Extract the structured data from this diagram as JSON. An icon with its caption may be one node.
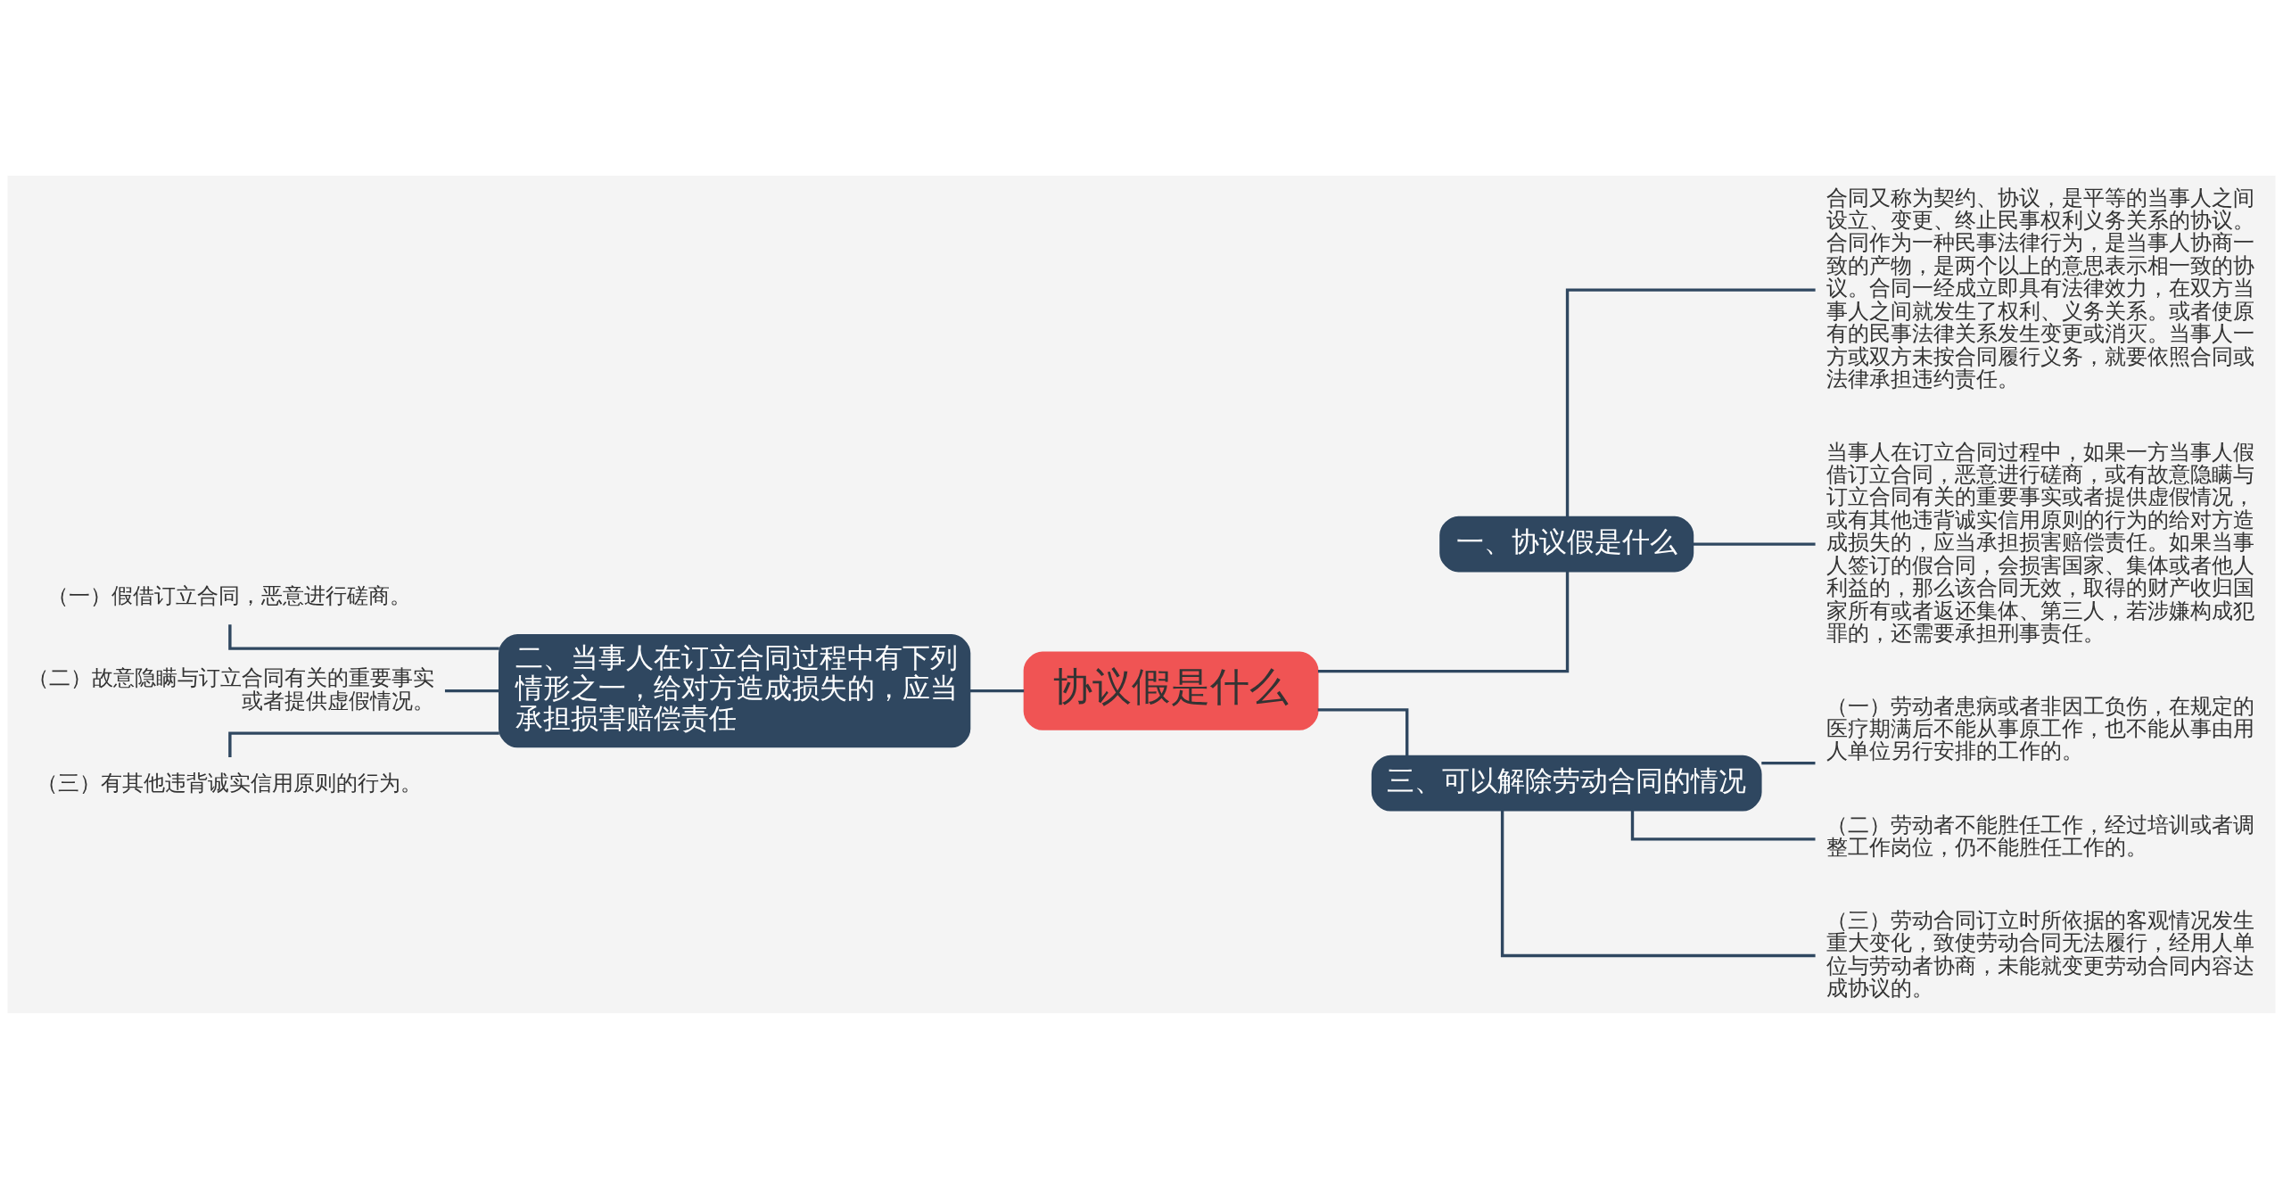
{
  "diagram": {
    "nodes": [
      {
        "text": [
          "协议假是什么"
        ]
      },
      {
        "text": [
          "一、协议假是什么"
        ]
      },
      {
        "text": [
          "合同又称为契约、协议，是平等的当事人之间设立、变更、终止民事权利义务关系的协议。合同作为一种民事法律行为，是当事人协商一致的产物，是两个以上的意思表示相一致的协议。合同一经成立即具有法律效力，在双方当事人之间就发生了权利、义务关系。或者使原有的民事法律关系发生变更或消灭。当事人一方或双方未按合同履行义务，就要依照合同或法律承担违约责任。"
        ]
      },
      {
        "text": [
          "当事人在订立合同过程中，如果一方当事人假借订立合同，恶意进行磋商，或有故意隐瞒与订立合同有关的重要事实或者提供虚假情况，或有其他违背诚实信用原则的行为的给对方造成损失的，应当承担损害赔偿责任。如果当事人签订的假合同，会损害国家、集体或者他人利益的，那么该合同无效，取得的财产收归国家所有或者返还集体、第三人，若涉嫌构成犯罪的，还需要承担刑事责任。"
        ]
      },
      {
        "text": [
          "三、可以解除劳动合同的情况"
        ]
      },
      {
        "text": [
          "（一）劳动者患病或者非因工负伤，在规定的医疗期满后不能从事原工作，也不能从事由用人单位另行安排的工作的。"
        ]
      },
      {
        "text": [
          "（二）劳动者不能胜任工作，经过培训或者调整工作岗位，仍不能胜任工作的。"
        ]
      },
      {
        "text": [
          "（三）劳动合同订立时所依据的客观情况发生重大变化，致使劳动合同无法履行，经用人单位与劳动者协商，未能就变更劳动合同内容达成协议的。"
        ]
      },
      {
        "text": [
          "二、当事人在订立合同过程中有下列情形之一，给对方造成损失的，应当承担损害赔偿责任"
        ]
      },
      {
        "text": [
          "（一）假借订立合同，恶意进行磋商。"
        ]
      },
      {
        "text": [
          "（二）故意隐瞒与订立合同有关的重要事实或者提供虚假情况。"
        ]
      },
      {
        "text": [
          "（三）有其他违背诚实信用原则的行为。"
        ]
      }
    ],
    "edges": [
      {
        "from": 0,
        "to": 1,
        "arrow": "none"
      },
      {
        "from": 1,
        "to": 2,
        "arrow": "none"
      },
      {
        "from": 1,
        "to": 3,
        "arrow": "none"
      },
      {
        "from": 0,
        "to": 4,
        "arrow": "none"
      },
      {
        "from": 4,
        "to": 5,
        "arrow": "none"
      },
      {
        "from": 4,
        "to": 6,
        "arrow": "none"
      },
      {
        "from": 4,
        "to": 7,
        "arrow": "none"
      },
      {
        "from": 0,
        "to": 8,
        "arrow": "none"
      },
      {
        "from": 8,
        "to": 9,
        "arrow": "none"
      },
      {
        "from": 8,
        "to": 10,
        "arrow": "none"
      },
      {
        "from": 8,
        "to": 11,
        "arrow": "none"
      }
    ]
  }
}
